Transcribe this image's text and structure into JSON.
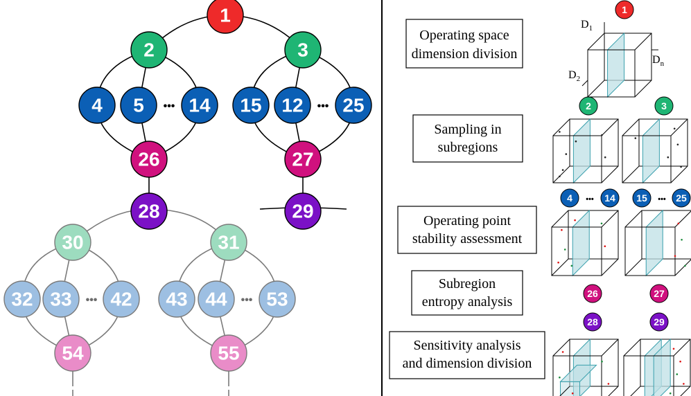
{
  "colors": {
    "red": "#ee2a2a",
    "green": "#1fb574",
    "blue": "#0b5fb5",
    "magenta": "#d0117e",
    "purple": "#7b11c6",
    "light_green": "#9ddcbf",
    "light_blue": "#9dbfe2",
    "light_pink": "#e98cc8",
    "slab": "#bfe0e6",
    "slab_edge": "#3aa0ad"
  },
  "tree": {
    "n1": "1",
    "n2": "2",
    "n3": "3",
    "n4": "4",
    "n5": "5",
    "n14": "14",
    "n15": "15",
    "n12": "12",
    "n25": "25",
    "n26": "26",
    "n27": "27",
    "n28": "28",
    "n29": "29",
    "n30": "30",
    "n31": "31",
    "n32": "32",
    "n33": "33",
    "n42": "42",
    "n43": "43",
    "n44": "44",
    "n53": "53",
    "n54": "54",
    "n55": "55",
    "ellipsis": "•••"
  },
  "steps": [
    {
      "line1": "Operating space",
      "line2": "dimension division"
    },
    {
      "line1": "Sampling in",
      "line2": "subregions"
    },
    {
      "line1": "Operating point",
      "line2": "stability assessment"
    },
    {
      "line1": "Subregion",
      "line2": "entropy analysis"
    },
    {
      "line1": "Sensitivity analysis",
      "line2": "and dimension division"
    }
  ],
  "axes": {
    "d": "D",
    "sub1": "1",
    "sub2": "2",
    "subn": "n"
  },
  "badges": {
    "b1": "1",
    "b2": "2",
    "b3": "3",
    "b4": "4",
    "b14": "14",
    "b15": "15",
    "b25": "25",
    "b26": "26",
    "b27": "27",
    "b28": "28",
    "b29": "29",
    "dots": "•••"
  }
}
